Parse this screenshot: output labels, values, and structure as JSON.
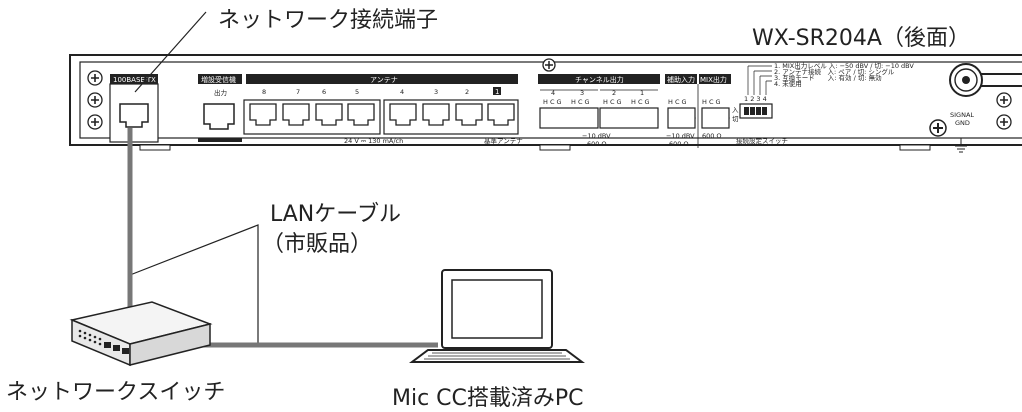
{
  "labels": {
    "network_terminal": "ネットワーク接続端子",
    "device_model": "WX-SR204A（後面）",
    "lan_cable_line1": "LANケーブル",
    "lan_cable_line2": "（市販品）",
    "network_switch": "ネットワークスイッチ",
    "pc": "Mic CC搭載済みPC"
  },
  "panel": {
    "lan_port": "100BASE-TX",
    "expansion_header": "増設受信機",
    "output": "出力",
    "antenna_header": "アンテナ",
    "antenna_numbers": [
      "8",
      "7",
      "6",
      "5",
      "4",
      "3",
      "2",
      "1"
    ],
    "antenna_power": "24 V ⎓ 130 mA/ch",
    "base_antenna": "基準アンテナ",
    "channel_output_header": "チャンネル出力",
    "channel_numbers": [
      "4",
      "3",
      "2",
      "1"
    ],
    "hcg": "H C G",
    "channel_level": "−10 dBV",
    "channel_impedance": "600 Ω",
    "aux_input_header": "補助入力",
    "aux_level": "−10 dBV",
    "aux_impedance": "600 Ω",
    "mix_output_header": "MIX出力",
    "mix_impedance": "600 Ω",
    "dip_notes": [
      "1. MIX出力レベル 入: −50 dBV / 切: −10 dBV",
      "2. アンテナ接続　入: ペア / 切: シングル",
      "3. 互換モード　　入: 有効 / 切: 無効",
      "4. 未使用"
    ],
    "dip_on": "入",
    "dip_off": "切",
    "dip_numbers": "1 2 3 4",
    "dip_label": "接続設定スイッチ",
    "signal_gnd_1": "SIGNAL",
    "signal_gnd_2": "GND"
  },
  "colors": {
    "line": "#222222",
    "cable": "#777777",
    "panel_fill": "#ffffff",
    "header_fill": "#222222"
  }
}
